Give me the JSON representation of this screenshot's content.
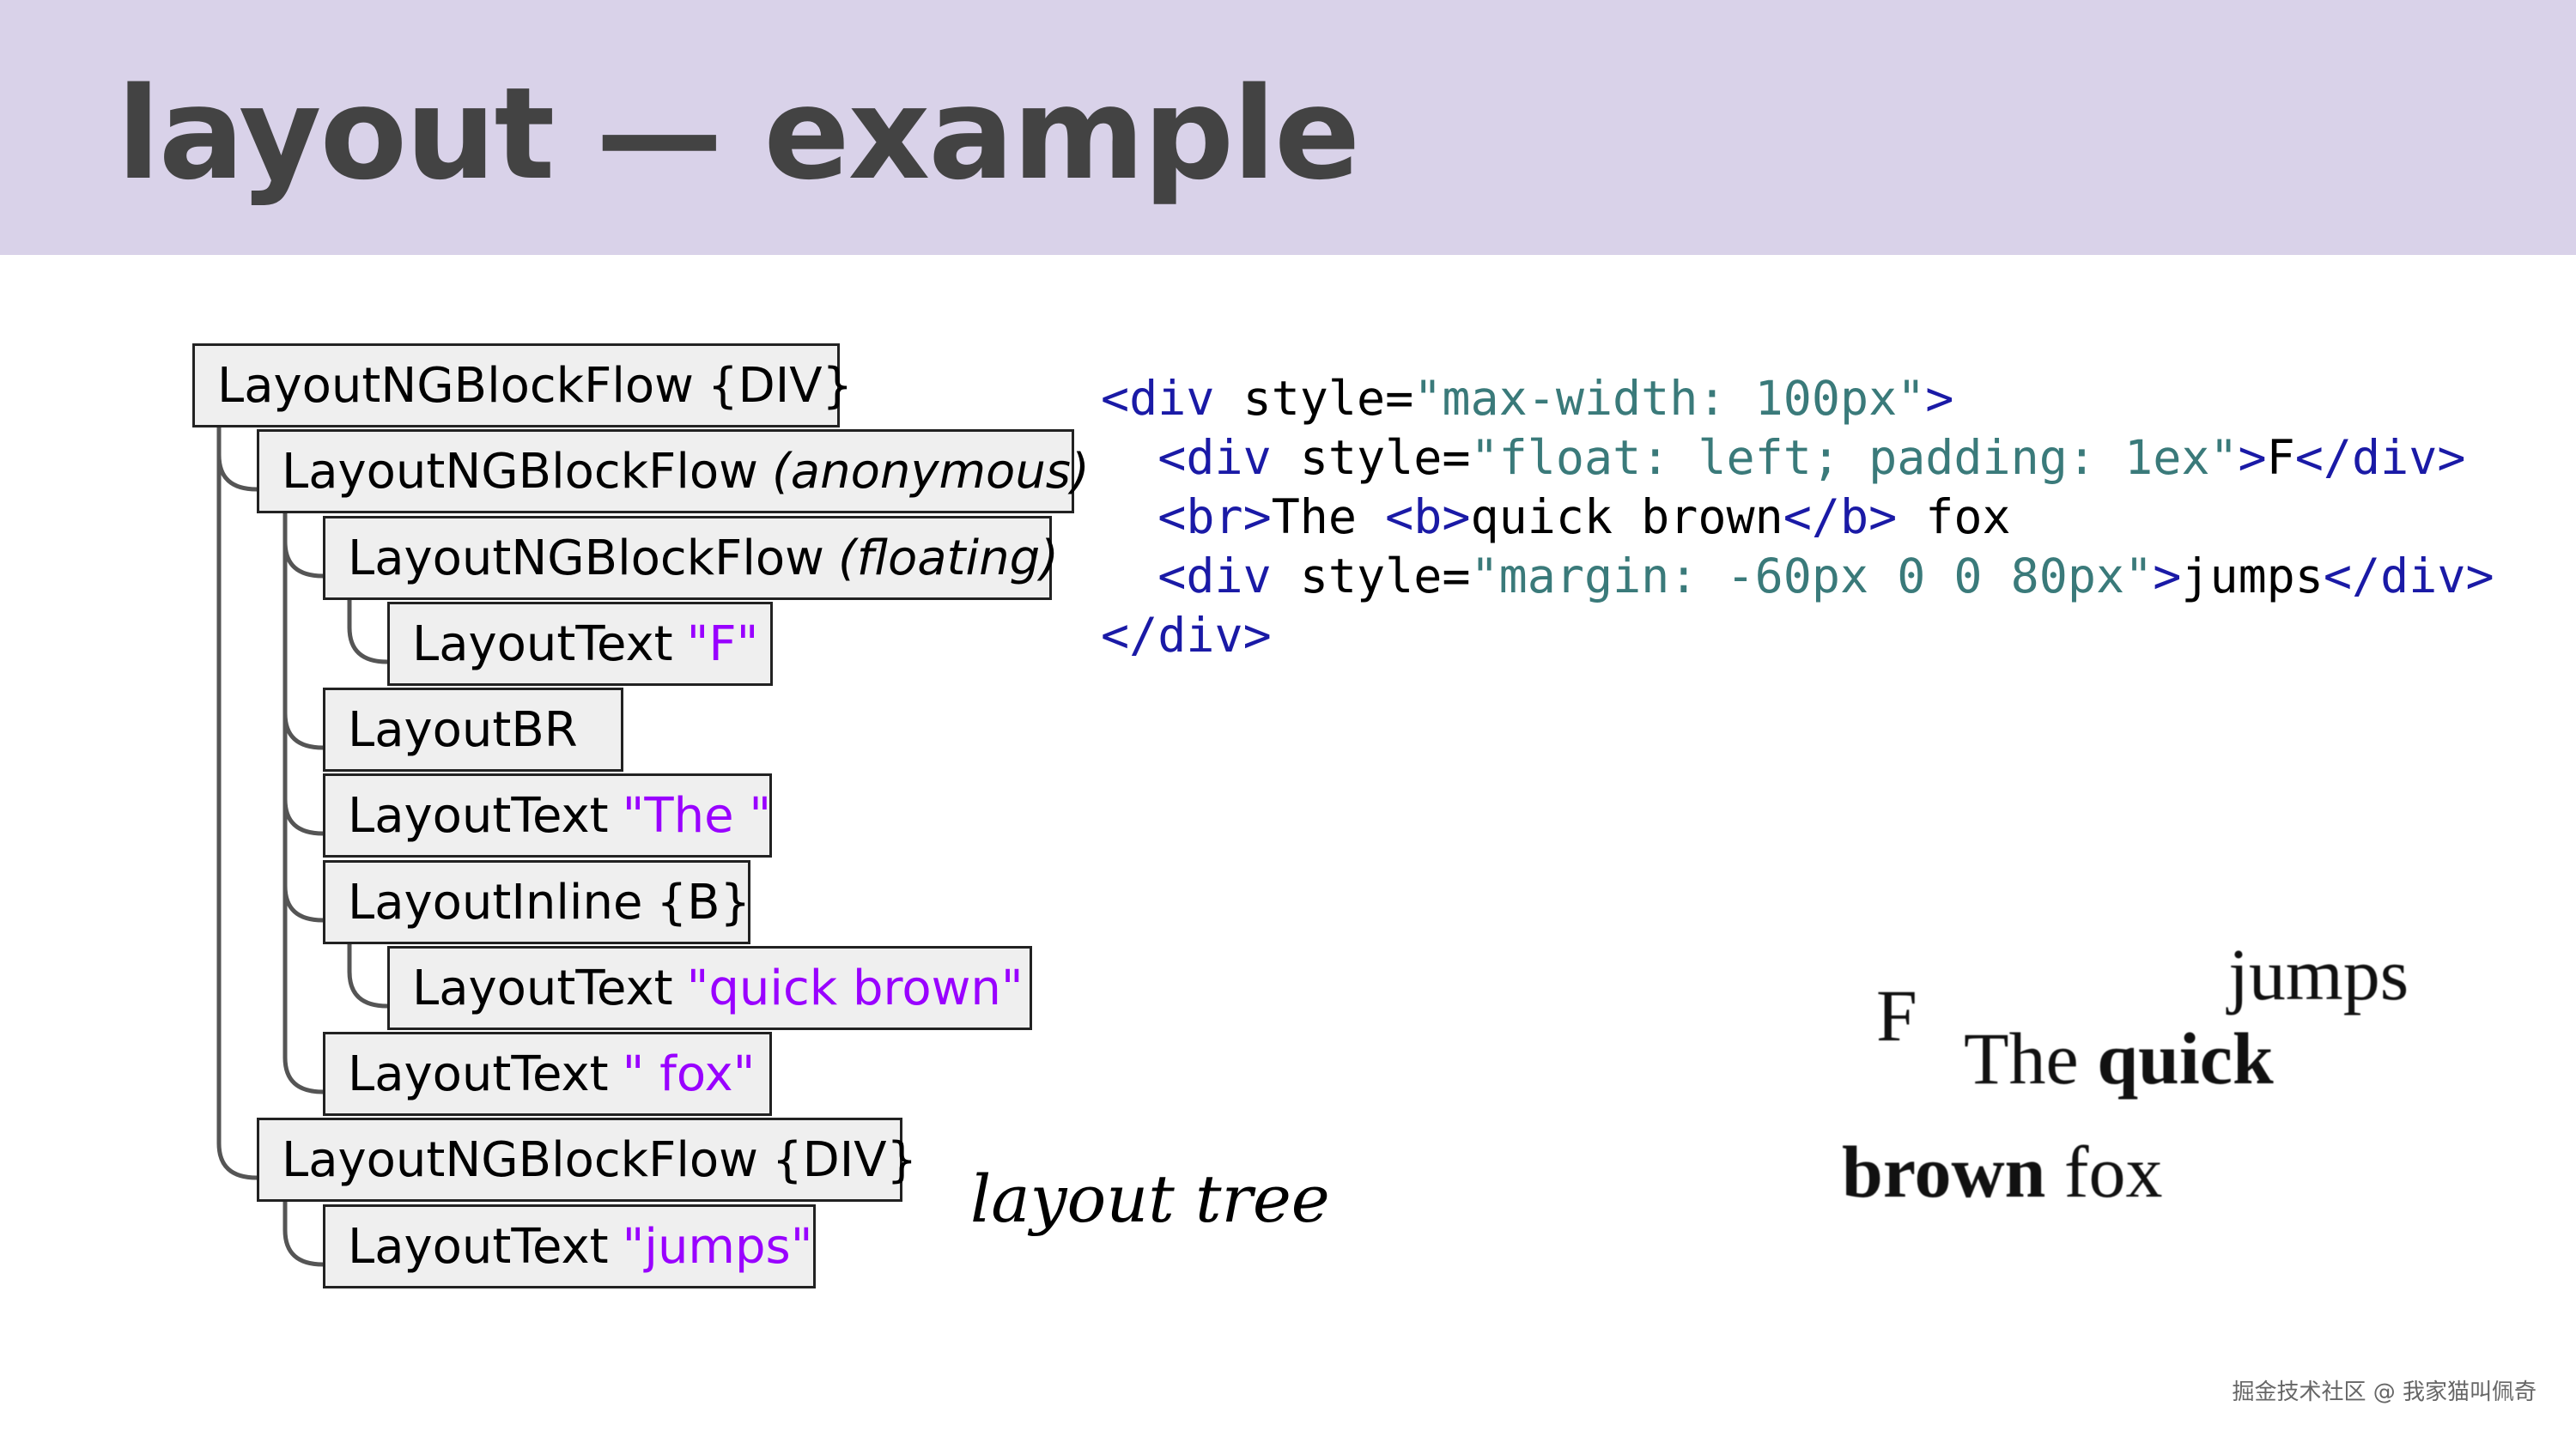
{
  "title": "layout — example",
  "tree": [
    {
      "name": "LayoutNGBlockFlow",
      "suffix": "{DIV}",
      "style": "tag"
    },
    {
      "name": "LayoutNGBlockFlow",
      "suffix": "(anonymous)",
      "style": "em"
    },
    {
      "name": "LayoutNGBlockFlow",
      "suffix": "(floating)",
      "style": "em"
    },
    {
      "name": "LayoutText",
      "suffix": "\"F\"",
      "style": "qt"
    },
    {
      "name": "LayoutBR",
      "suffix": "",
      "style": ""
    },
    {
      "name": "LayoutText",
      "suffix": "\"The \"",
      "style": "qt"
    },
    {
      "name": "LayoutInline",
      "suffix": "{B}",
      "style": "tag"
    },
    {
      "name": "LayoutText",
      "suffix": "\"quick brown\"",
      "style": "qt"
    },
    {
      "name": "LayoutText",
      "suffix": "\" fox\"",
      "style": "qt"
    },
    {
      "name": "LayoutNGBlockFlow",
      "suffix": "{DIV}",
      "style": "tag"
    },
    {
      "name": "LayoutText",
      "suffix": "\"jumps\"",
      "style": "qt"
    }
  ],
  "code_lines": [
    [
      [
        "tag",
        "<div "
      ],
      [
        "attr",
        "style="
      ],
      [
        "val",
        "\"max-width: 100px\""
      ],
      [
        "tag",
        ">"
      ]
    ],
    [
      [
        "txt",
        "  "
      ],
      [
        "tag",
        "<div "
      ],
      [
        "attr",
        "style="
      ],
      [
        "val",
        "\"float: left; padding: 1ex\""
      ],
      [
        "tag",
        ">"
      ],
      [
        "txt",
        "F"
      ],
      [
        "tag",
        "</div>"
      ]
    ],
    [
      [
        "txt",
        "  "
      ],
      [
        "tag",
        "<br>"
      ],
      [
        "txt",
        "The "
      ],
      [
        "tag",
        "<b>"
      ],
      [
        "txt",
        "quick brown"
      ],
      [
        "tag",
        "</b>"
      ],
      [
        "txt",
        " fox"
      ]
    ],
    [
      [
        "txt",
        "  "
      ],
      [
        "tag",
        "<div "
      ],
      [
        "attr",
        "style="
      ],
      [
        "val",
        "\"margin: -60px 0 0 80px\""
      ],
      [
        "tag",
        ">"
      ],
      [
        "txt",
        "jumps"
      ],
      [
        "tag",
        "</div>"
      ]
    ],
    [
      [
        "tag",
        "</div>"
      ]
    ]
  ],
  "caption": "layout tree",
  "rendered": {
    "f": "F",
    "jumps": "jumps",
    "the": "The",
    "quick": "quick",
    "brown": "brown",
    "fox": "fox"
  },
  "watermark": "掘金技术社区 @ 我家猫叫佩奇"
}
